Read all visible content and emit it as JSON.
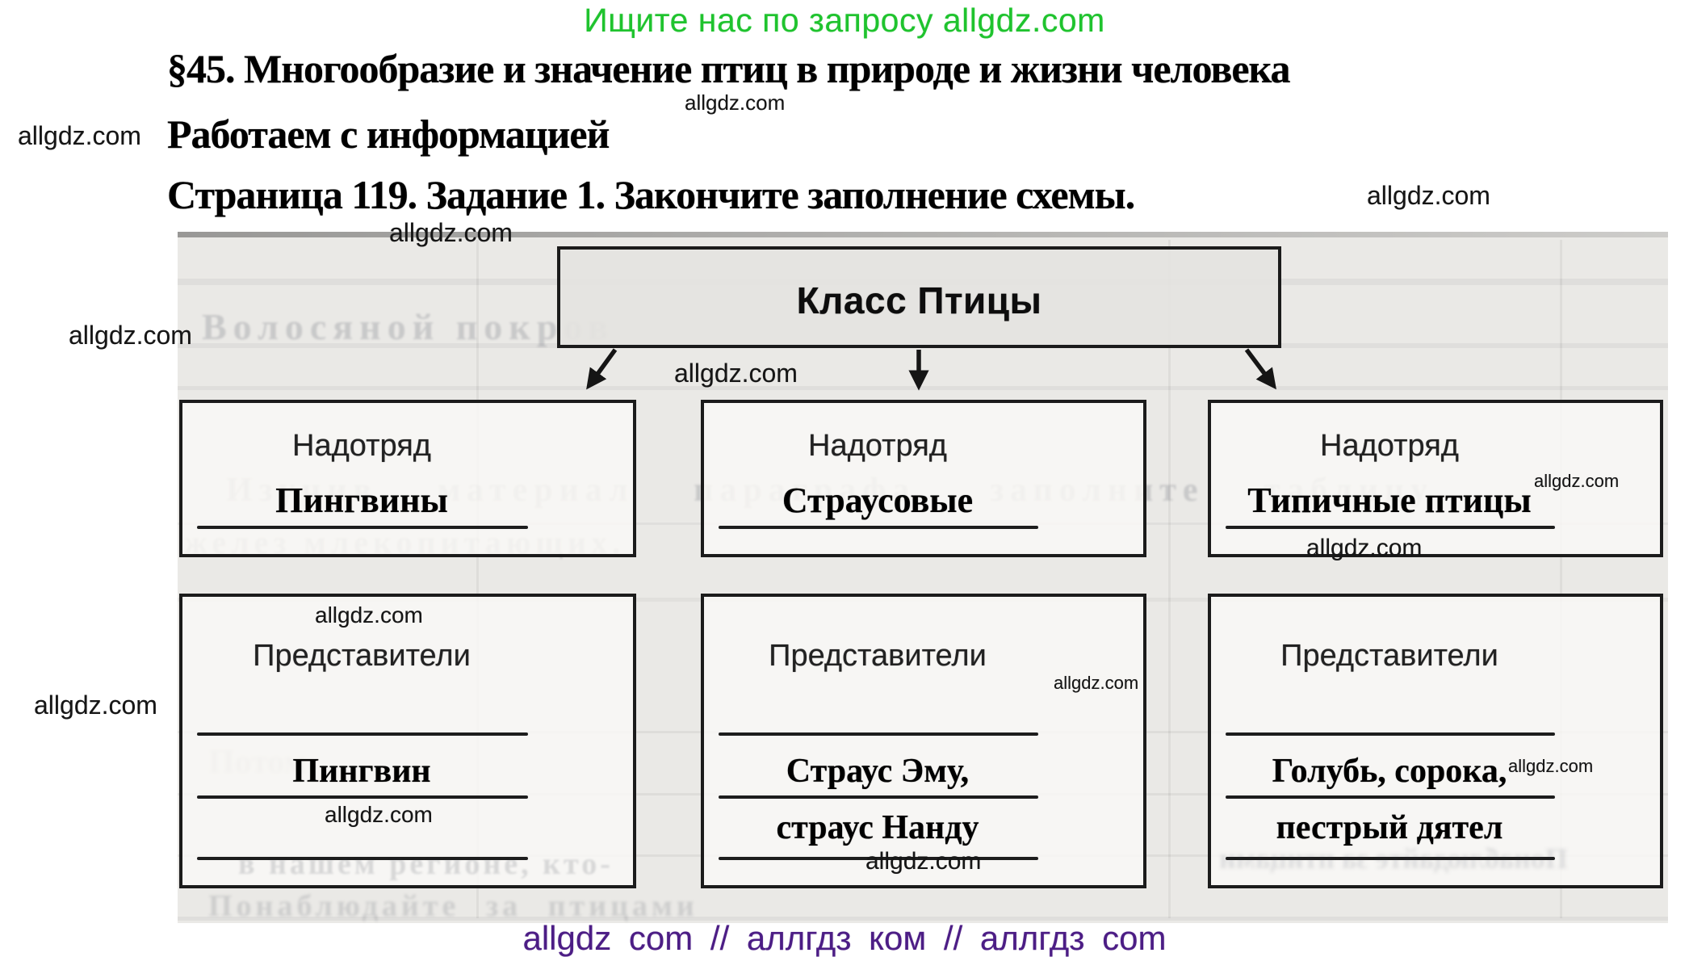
{
  "header": {
    "promo": "Ищите нас по запросу allgdz.com"
  },
  "title": {
    "line1": "§45. Многообразие и значение птиц в природе и жизни человека",
    "line2": "Работаем с информацией",
    "line3": "Страница 119. Задание 1. Закончите заполнение схемы."
  },
  "watermark": "allgdz.com",
  "scheme": {
    "root_label": "Класс Птицы",
    "superorder_label": "Надотряд",
    "representatives_label": "Представители",
    "columns": [
      {
        "superorder": "Пингвины",
        "rep_line1": "",
        "rep_line2": "Пингвин",
        "rep_line3": ""
      },
      {
        "superorder": "Страусовые",
        "rep_line1": "",
        "rep_line2": "Страус Эму,",
        "rep_line3": "страус Нанду"
      },
      {
        "superorder": "Типичные птицы",
        "rep_line1": "",
        "rep_line2": "Голубь, сорока,",
        "rep_line3": "пестрый дятел"
      }
    ]
  },
  "ghost_text": {
    "hair_cover": "Волосяной покров",
    "study_line": "Изучив материал параграфа, заполните таблицу",
    "glands_line": "желез млекопитающих.",
    "potom": "Потом",
    "region_line": "в нашем регионе, кто-",
    "observe_line": "Понаблюдайте за птицами"
  },
  "footer": {
    "links": "allgdz com  //  аллгдз ком  //  аллгдз com"
  },
  "colors": {
    "promo_green": "#1fc32e",
    "footer_purple": "#4c1d85"
  }
}
